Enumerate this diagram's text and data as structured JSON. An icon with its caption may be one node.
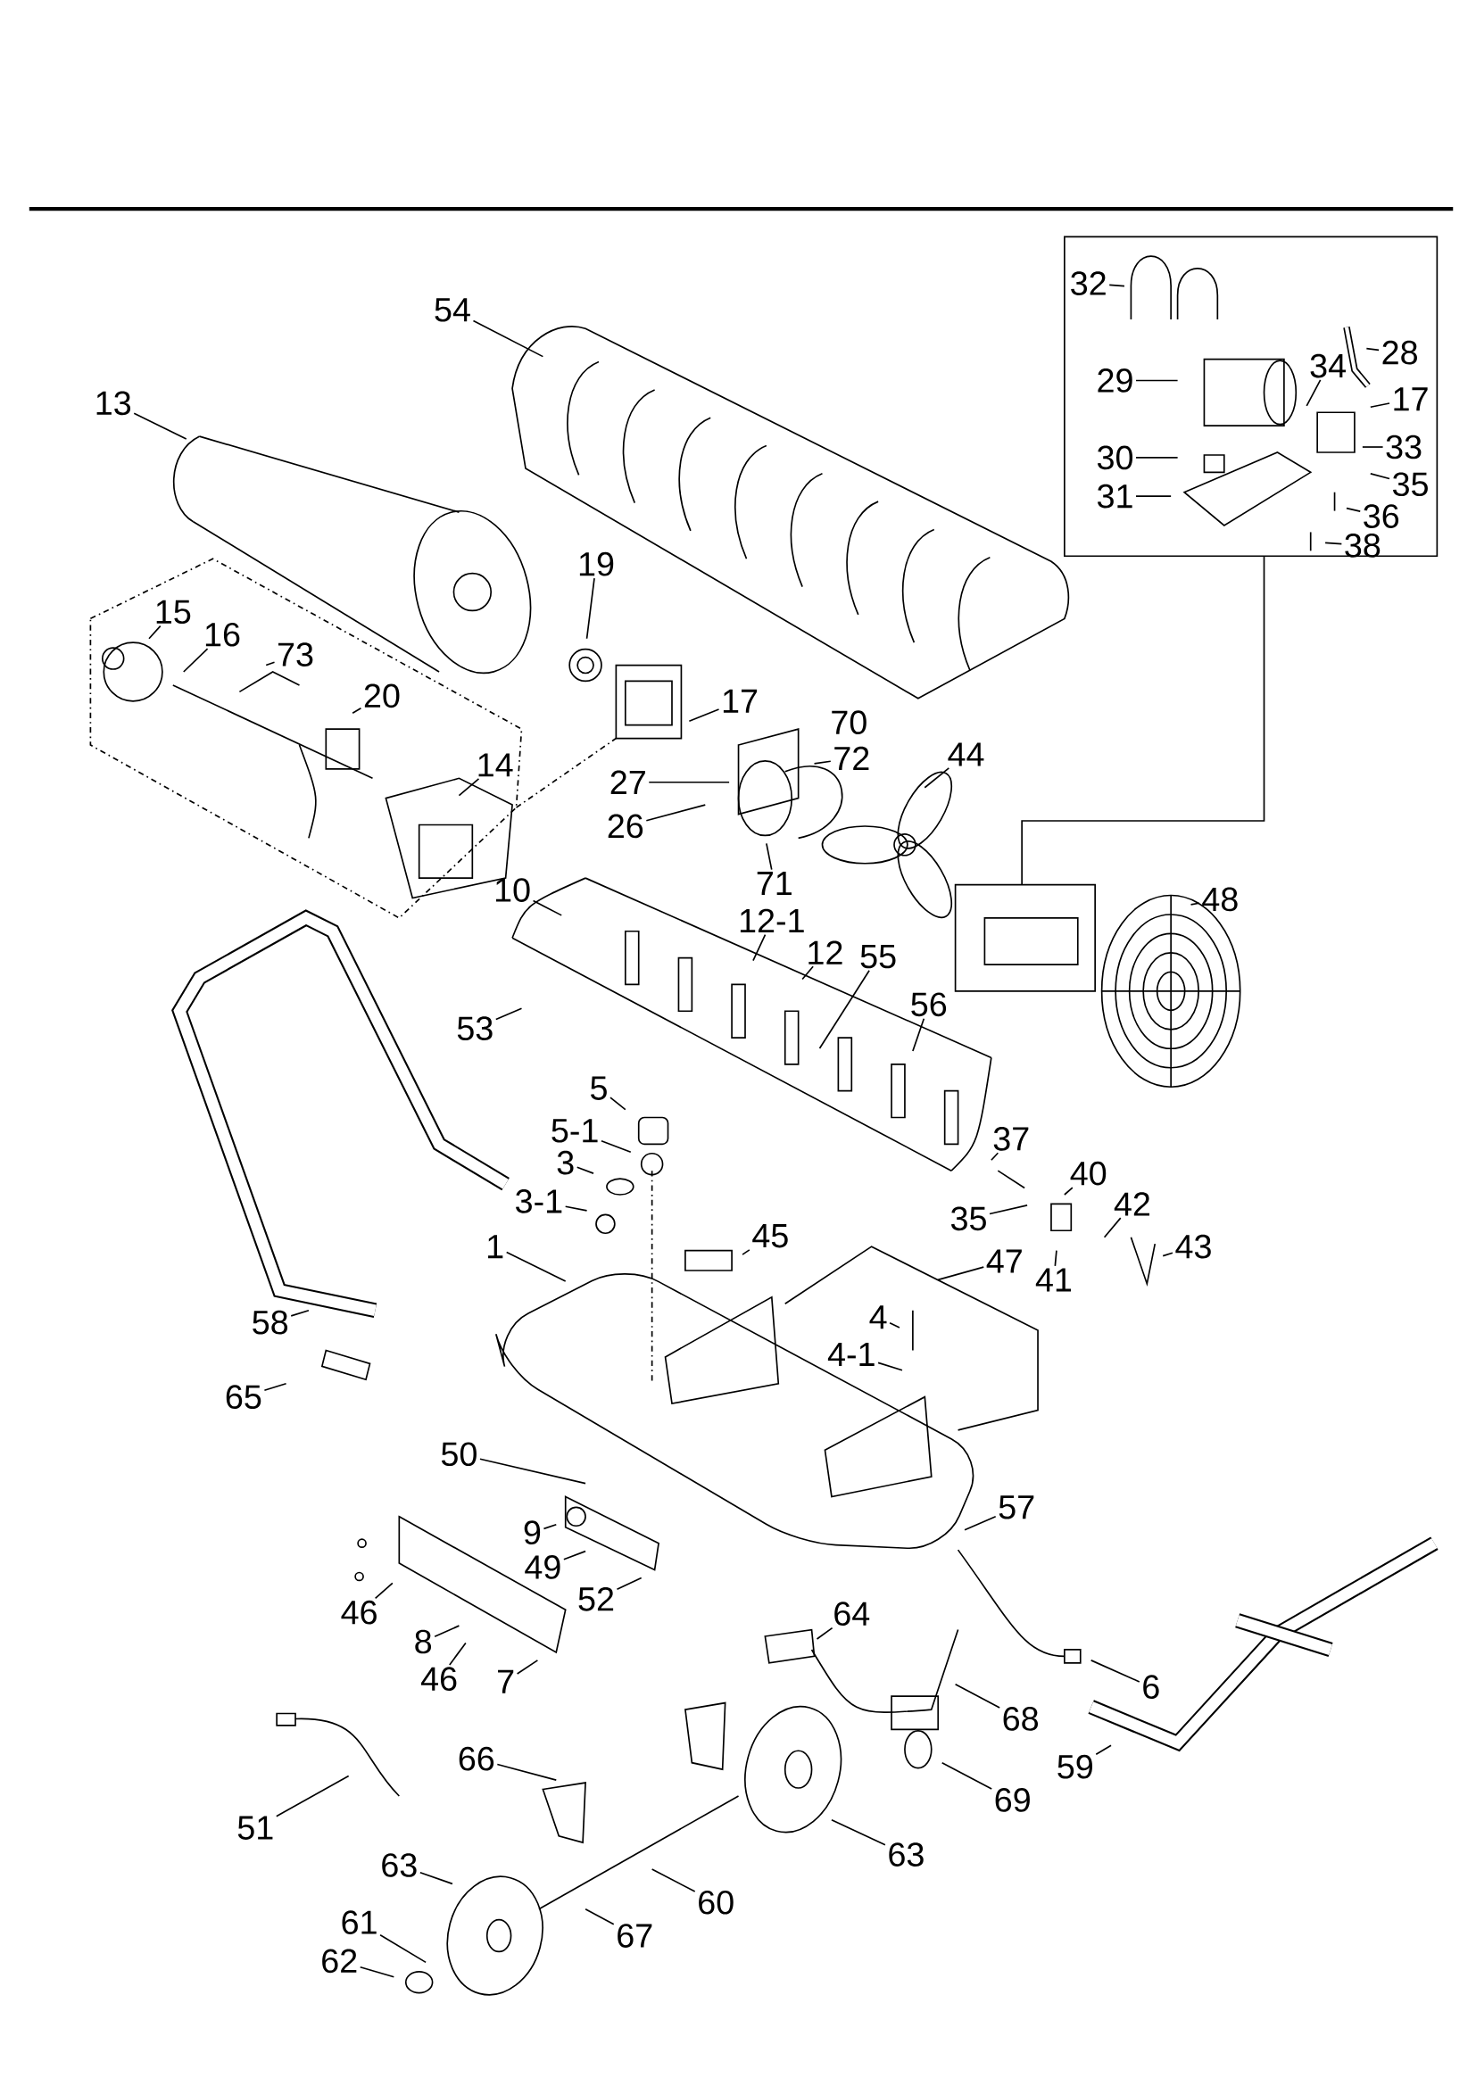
{
  "diagram": {
    "nodes": [
      {
        "text": [
          "32"
        ]
      },
      {
        "text": [
          "54"
        ]
      },
      {
        "text": [
          "28"
        ]
      },
      {
        "text": [
          "29"
        ]
      },
      {
        "text": [
          "34"
        ]
      },
      {
        "text": [
          "17"
        ]
      },
      {
        "text": [
          "13"
        ]
      },
      {
        "text": [
          "33"
        ]
      },
      {
        "text": [
          "30"
        ]
      },
      {
        "text": [
          "35"
        ]
      },
      {
        "text": [
          "31"
        ]
      },
      {
        "text": [
          "36"
        ]
      },
      {
        "text": [
          "38"
        ]
      },
      {
        "text": [
          "19"
        ]
      },
      {
        "text": [
          "15"
        ]
      },
      {
        "text": [
          "16"
        ]
      },
      {
        "text": [
          "73"
        ]
      },
      {
        "text": [
          "20"
        ]
      },
      {
        "text": [
          "17"
        ]
      },
      {
        "text": [
          "70"
        ]
      },
      {
        "text": [
          "72"
        ]
      },
      {
        "text": [
          "44"
        ]
      },
      {
        "text": [
          "14"
        ]
      },
      {
        "text": [
          "27"
        ]
      },
      {
        "text": [
          "26"
        ]
      },
      {
        "text": [
          "71"
        ]
      },
      {
        "text": [
          "10"
        ]
      },
      {
        "text": [
          "48"
        ]
      },
      {
        "text": [
          "12-1"
        ]
      },
      {
        "text": [
          "12"
        ]
      },
      {
        "text": [
          "55"
        ]
      },
      {
        "text": [
          "56"
        ]
      },
      {
        "text": [
          "53"
        ]
      },
      {
        "text": [
          "5"
        ]
      },
      {
        "text": [
          "5-1"
        ]
      },
      {
        "text": [
          "37"
        ]
      },
      {
        "text": [
          "3"
        ]
      },
      {
        "text": [
          "40"
        ]
      },
      {
        "text": [
          "3-1"
        ]
      },
      {
        "text": [
          "42"
        ]
      },
      {
        "text": [
          "35"
        ]
      },
      {
        "text": [
          "45"
        ]
      },
      {
        "text": [
          "1"
        ]
      },
      {
        "text": [
          "43"
        ]
      },
      {
        "text": [
          "47"
        ]
      },
      {
        "text": [
          "41"
        ]
      },
      {
        "text": [
          "4"
        ]
      },
      {
        "text": [
          "58"
        ]
      },
      {
        "text": [
          "4-1"
        ]
      },
      {
        "text": [
          "65"
        ]
      },
      {
        "text": [
          "50"
        ]
      },
      {
        "text": [
          "57"
        ]
      },
      {
        "text": [
          "9"
        ]
      },
      {
        "text": [
          "49"
        ]
      },
      {
        "text": [
          "52"
        ]
      },
      {
        "text": [
          "46"
        ]
      },
      {
        "text": [
          "64"
        ]
      },
      {
        "text": [
          "8"
        ]
      },
      {
        "text": [
          "46"
        ]
      },
      {
        "text": [
          "7"
        ]
      },
      {
        "text": [
          "6"
        ]
      },
      {
        "text": [
          "68"
        ]
      },
      {
        "text": [
          "66"
        ]
      },
      {
        "text": [
          "59"
        ]
      },
      {
        "text": [
          "69"
        ]
      },
      {
        "text": [
          "51"
        ]
      },
      {
        "text": [
          "63"
        ]
      },
      {
        "text": [
          "63"
        ]
      },
      {
        "text": [
          "60"
        ]
      },
      {
        "text": [
          "61"
        ]
      },
      {
        "text": [
          "67"
        ]
      },
      {
        "text": [
          "62"
        ]
      }
    ],
    "edges": [
      {
        "from": 0,
        "to": null,
        "arrow": "none"
      },
      {
        "from": 1,
        "to": null,
        "arrow": "none"
      },
      {
        "from": 2,
        "to": null,
        "arrow": "none"
      },
      {
        "from": 3,
        "to": null,
        "arrow": "none"
      },
      {
        "from": 4,
        "to": null,
        "arrow": "none"
      },
      {
        "from": 5,
        "to": null,
        "arrow": "none"
      },
      {
        "from": 6,
        "to": null,
        "arrow": "none"
      },
      {
        "from": 7,
        "to": null,
        "arrow": "none"
      },
      {
        "from": 8,
        "to": null,
        "arrow": "none"
      },
      {
        "from": 9,
        "to": null,
        "arrow": "none"
      },
      {
        "from": 10,
        "to": null,
        "arrow": "none"
      },
      {
        "from": 11,
        "to": null,
        "arrow": "none"
      },
      {
        "from": 12,
        "to": null,
        "arrow": "none"
      },
      {
        "from": 13,
        "to": null,
        "arrow": "none"
      },
      {
        "from": 14,
        "to": null,
        "arrow": "none"
      },
      {
        "from": 15,
        "to": null,
        "arrow": "none"
      },
      {
        "from": 16,
        "to": null,
        "arrow": "none"
      },
      {
        "from": 17,
        "to": null,
        "arrow": "none"
      },
      {
        "from": 18,
        "to": null,
        "arrow": "none"
      },
      {
        "from": 20,
        "to": null,
        "arrow": "none"
      },
      {
        "from": 21,
        "to": null,
        "arrow": "none"
      },
      {
        "from": 22,
        "to": null,
        "arrow": "none"
      },
      {
        "from": 23,
        "to": null,
        "arrow": "none"
      },
      {
        "from": 24,
        "to": null,
        "arrow": "none"
      },
      {
        "from": 25,
        "to": null,
        "arrow": "none"
      },
      {
        "from": 26,
        "to": null,
        "arrow": "none"
      },
      {
        "from": 27,
        "to": null,
        "arrow": "none"
      },
      {
        "from": 28,
        "to": null,
        "arrow": "none"
      },
      {
        "from": 29,
        "to": null,
        "arrow": "none"
      },
      {
        "from": 30,
        "to": null,
        "arrow": "none"
      },
      {
        "from": 31,
        "to": null,
        "arrow": "none"
      },
      {
        "from": 32,
        "to": null,
        "arrow": "none"
      },
      {
        "from": 33,
        "to": null,
        "arrow": "none"
      },
      {
        "from": 34,
        "to": null,
        "arrow": "none"
      },
      {
        "from": 35,
        "to": null,
        "arrow": "none"
      },
      {
        "from": 36,
        "to": null,
        "arrow": "none"
      },
      {
        "from": 37,
        "to": null,
        "arrow": "none"
      },
      {
        "from": 38,
        "to": null,
        "arrow": "none"
      },
      {
        "from": 39,
        "to": null,
        "arrow": "none"
      },
      {
        "from": 40,
        "to": null,
        "arrow": "none"
      },
      {
        "from": 41,
        "to": null,
        "arrow": "none"
      },
      {
        "from": 42,
        "to": null,
        "arrow": "none"
      },
      {
        "from": 43,
        "to": null,
        "arrow": "none"
      },
      {
        "from": 44,
        "to": null,
        "arrow": "none"
      },
      {
        "from": 45,
        "to": null,
        "arrow": "none"
      },
      {
        "from": 46,
        "to": null,
        "arrow": "none"
      },
      {
        "from": 47,
        "to": null,
        "arrow": "none"
      },
      {
        "from": 48,
        "to": null,
        "arrow": "none"
      },
      {
        "from": 49,
        "to": null,
        "arrow": "none"
      },
      {
        "from": 50,
        "to": null,
        "arrow": "none"
      },
      {
        "from": 51,
        "to": null,
        "arrow": "none"
      },
      {
        "from": 52,
        "to": null,
        "arrow": "none"
      },
      {
        "from": 53,
        "to": null,
        "arrow": "none"
      },
      {
        "from": 54,
        "to": null,
        "arrow": "none"
      },
      {
        "from": 55,
        "to": null,
        "arrow": "none"
      },
      {
        "from": 56,
        "to": null,
        "arrow": "none"
      },
      {
        "from": 57,
        "to": null,
        "arrow": "none"
      },
      {
        "from": 58,
        "to": null,
        "arrow": "none"
      },
      {
        "from": 59,
        "to": null,
        "arrow": "none"
      },
      {
        "from": 60,
        "to": null,
        "arrow": "none"
      },
      {
        "from": 61,
        "to": null,
        "arrow": "none"
      },
      {
        "from": 62,
        "to": null,
        "arrow": "none"
      },
      {
        "from": 63,
        "to": null,
        "arrow": "none"
      },
      {
        "from": 64,
        "to": null,
        "arrow": "none"
      },
      {
        "from": 65,
        "to": null,
        "arrow": "none"
      },
      {
        "from": 66,
        "to": null,
        "arrow": "none"
      },
      {
        "from": 67,
        "to": null,
        "arrow": "none"
      },
      {
        "from": 68,
        "to": null,
        "arrow": "none"
      },
      {
        "from": 69,
        "to": null,
        "arrow": "none"
      },
      {
        "from": 70,
        "to": null,
        "arrow": "none"
      },
      {
        "from": 71,
        "to": null,
        "arrow": "none"
      }
    ]
  }
}
